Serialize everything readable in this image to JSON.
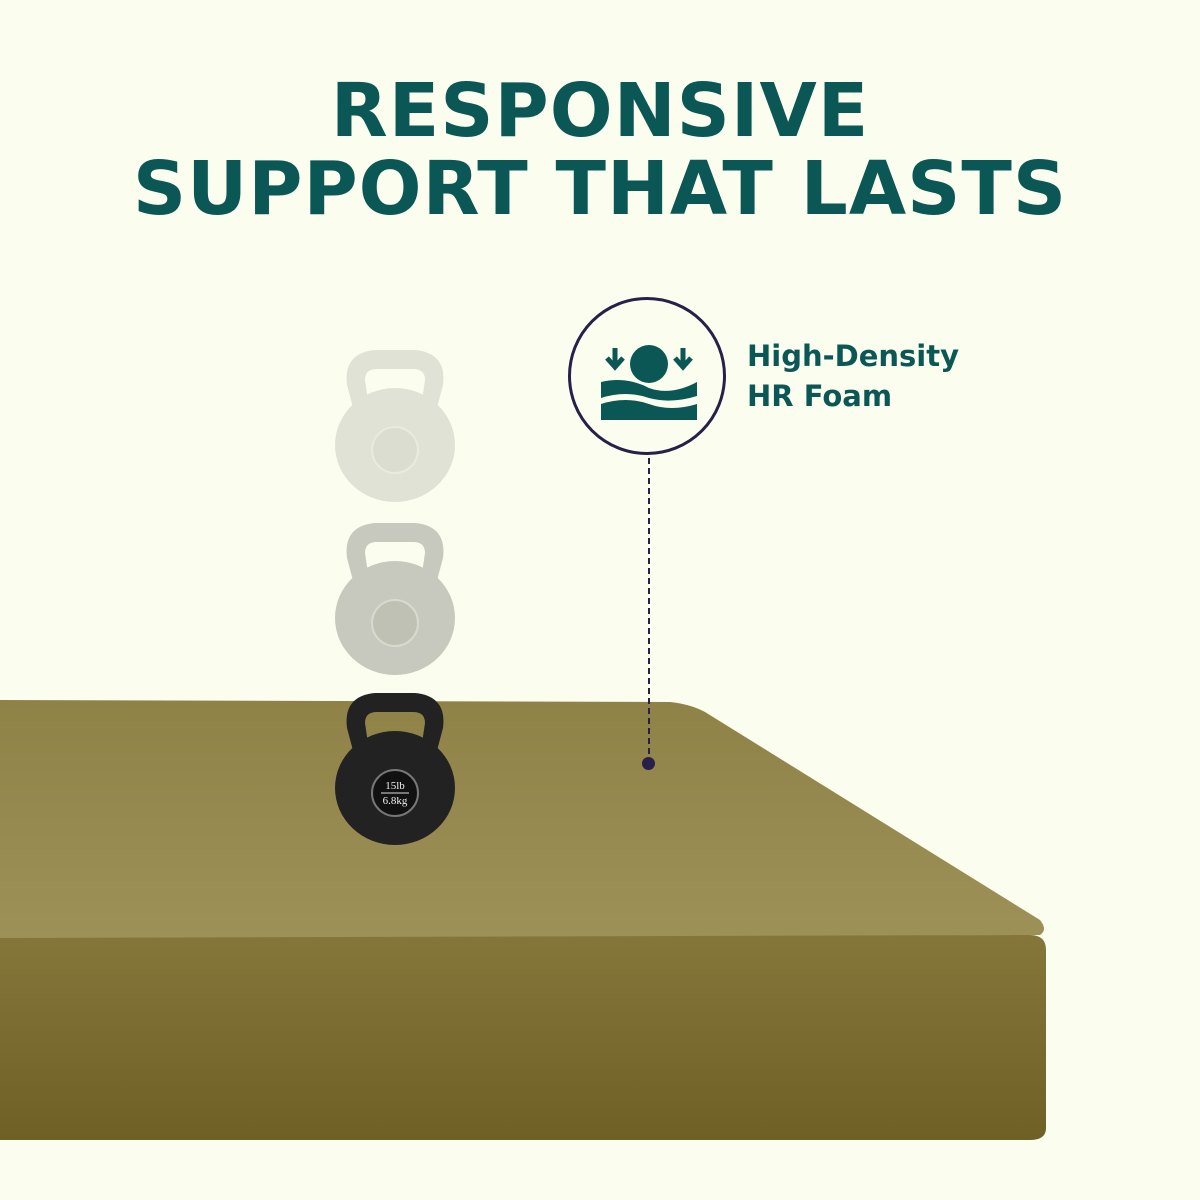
{
  "headline": {
    "line1": "RESPONSIVE",
    "line2": "SUPPORT THAT LASTS"
  },
  "feature": {
    "icon": "foam-compression-icon",
    "line1": "High-Density",
    "line2": "HR Foam"
  },
  "kettlebell": {
    "weight_lb": "15lb",
    "weight_kg": "6.8kg"
  },
  "colors": {
    "background": "#fbfdee",
    "brand": "#0b5755",
    "accent": "#27204a",
    "foam_top": "#978a4e",
    "foam_front": "#7b6c2e"
  }
}
